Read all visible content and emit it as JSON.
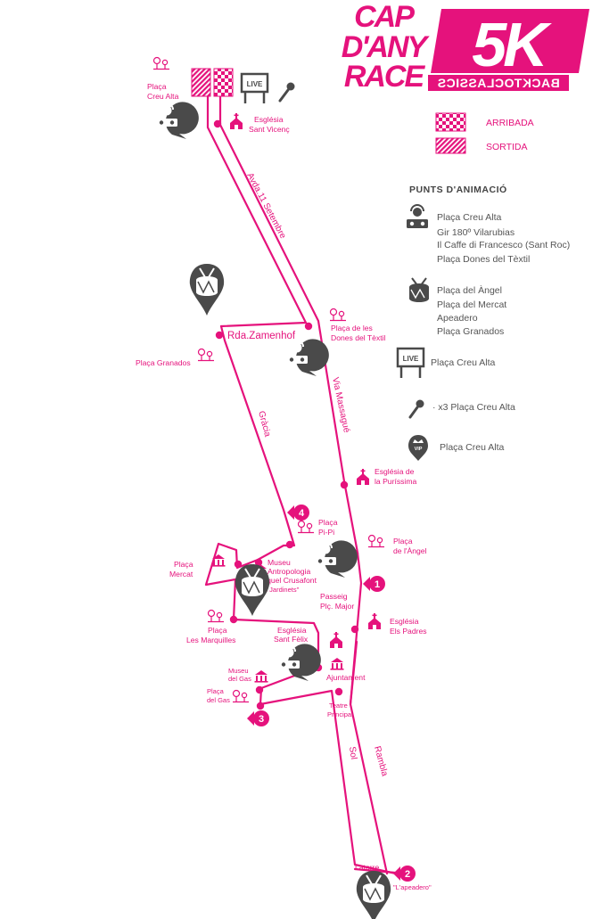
{
  "logo": {
    "line1": "CAP",
    "line2": "D'ANY",
    "line3": "RACE",
    "distance": "5K",
    "subtitle": "BACKTOCLASSICS"
  },
  "legend": {
    "arrival_label": "ARRIBADA",
    "start_label": "SORTIDA",
    "animation_title": "PUNTS D'ANIMACIÓ",
    "dj_points": [
      "Plaça Creu Alta",
      "Gir 180º Vilarubias",
      "Il Caffe di Francesco (Sant Roc)",
      "Plaça Dones del Tèxtil"
    ],
    "drum_points": [
      "Plaça del Àngel",
      "Plaça del Mercat",
      "Apeadero",
      "Plaça Granados"
    ],
    "live_point": "Plaça Creu Alta",
    "mic_point": "· x3 Plaça Creu Alta",
    "vip_point": "Plaça Creu Alta",
    "live_badge": "LIVE",
    "vip_badge": "VIP"
  },
  "streets": {
    "avda": "Avda.11 Setembre",
    "zamenhof": "Rda.Zamenhof",
    "massague": "Via Massagué",
    "gracia": "Gràcia",
    "sol": "Sol",
    "rambla": "Rambla",
    "latorre": "Latorre"
  },
  "places": {
    "creu_alta_1": "Plaça",
    "creu_alta_2": "Creu Alta",
    "sant_vicenc_1": "Església",
    "sant_vicenc_2": "Sant Vicenç",
    "dones_1": "Plaça de les",
    "dones_2": "Dones del Tèxtil",
    "granados": "Plaça Granados",
    "purissima_1": "Església de",
    "purissima_2": "la Puríssima",
    "pipi_1": "Plaça",
    "pipi_2": "Pi-Pi",
    "angel_1": "Plaça",
    "angel_2": "de l'Àngel",
    "mercat_1": "Plaça",
    "mercat_2": "Mercat",
    "museu_1": "Museu",
    "museu_2": "Antropologia",
    "museu_3": "Miquel Crusafont",
    "museu_4": "\"Els Jardinets\"",
    "passeig_1": "Passeig",
    "passeig_2": "Plç. Major",
    "padres_1": "Església",
    "padres_2": "Els Padres",
    "marquilles_1": "Plaça",
    "marquilles_2": "Les Marquilles",
    "felix_1": "Església",
    "felix_2": "Sant Fèlix",
    "ajuntament": "Ajuntament",
    "museu_gas_1": "Museu",
    "museu_gas_2": "del Gas",
    "placa_gas_1": "Plaça",
    "placa_gas_2": "del Gas",
    "teatre_1": "Teatre",
    "teatre_2": "Principal",
    "apeadero": "\"L'apeadero\""
  },
  "km_markers": [
    "1",
    "2",
    "3",
    "4"
  ],
  "colors": {
    "accent": "#e5127c",
    "icon": "#4a4a4a",
    "background": "#ffffff"
  }
}
